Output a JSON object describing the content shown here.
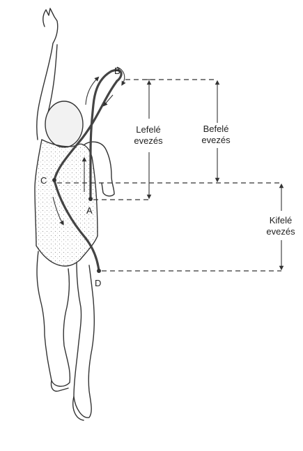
{
  "points": {
    "a": "A",
    "b": "B",
    "c": "C",
    "d": "D"
  },
  "labels": {
    "downsweep_line1": "Lefelé",
    "downsweep_line2": "evezés",
    "insweep_line1": "Befelé",
    "insweep_line2": "evezés",
    "outsweep_line1": "Kifelé",
    "outsweep_line2": "evezés"
  },
  "colors": {
    "ink": "#333333",
    "stroke_path": "#444444",
    "paper": "#ffffff"
  }
}
